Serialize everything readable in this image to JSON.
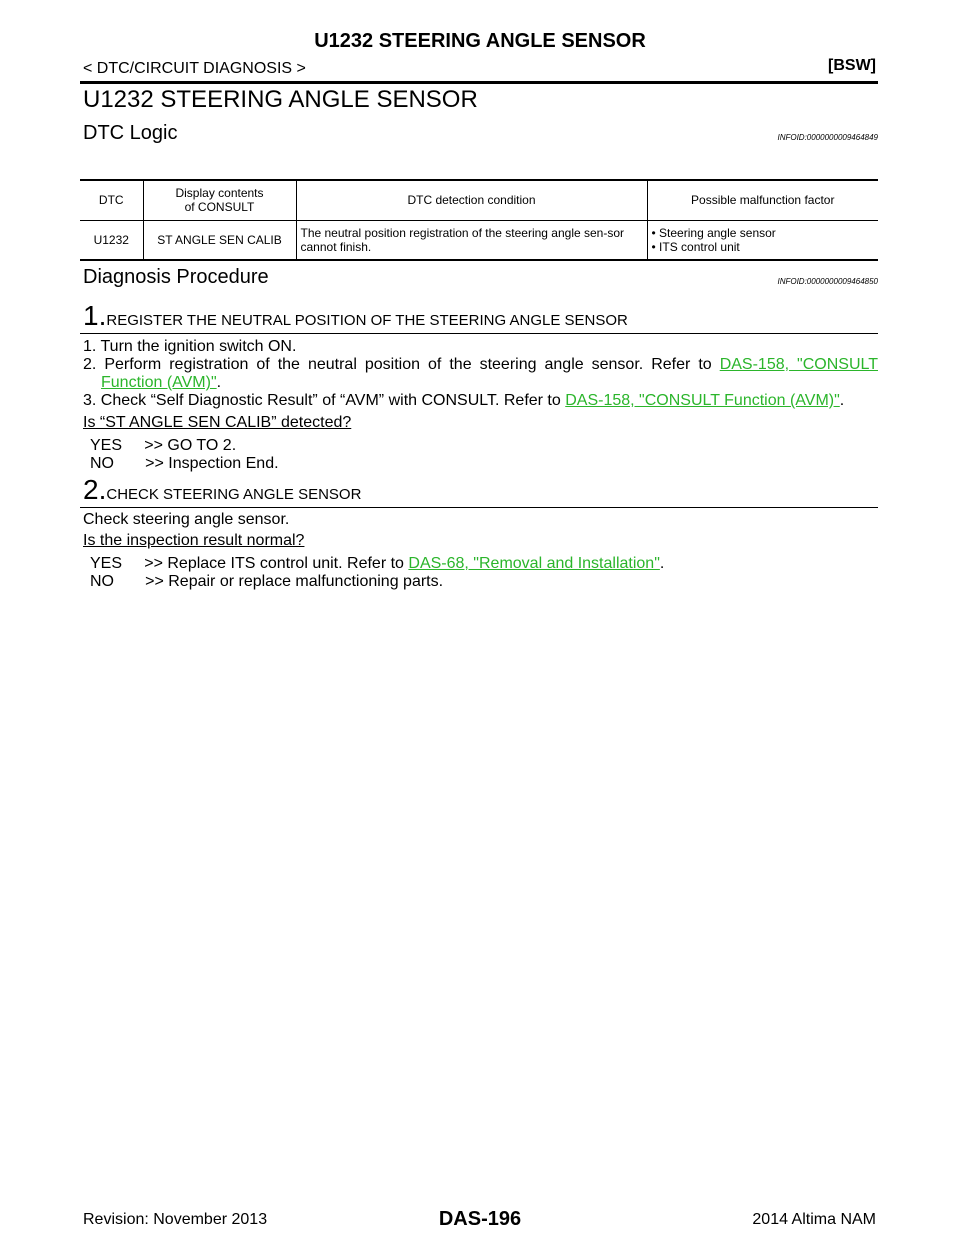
{
  "header": {
    "title": "U1232 STEERING ANGLE SENSOR",
    "breadcrumb": "< DTC/CIRCUIT DIAGNOSIS >",
    "code_tag": "[BSW]"
  },
  "section_title": "U1232 STEERING ANGLE SENSOR",
  "dtc_logic": {
    "heading": "DTC Logic",
    "infoid": "INFOID:0000000009464849",
    "table": {
      "headers": [
        "DTC",
        "Display contents of CONSULT",
        "DTC detection condition",
        "Possible malfunction factor"
      ],
      "rows": [
        {
          "dtc": "U1232",
          "display": "ST ANGLE SEN CALIB",
          "condition": "The neutral position registration of the steering angle sen-sor cannot finish.",
          "factors": [
            "Steering angle sensor",
            "ITS control unit"
          ]
        }
      ]
    }
  },
  "diagnosis": {
    "heading": "Diagnosis Procedure",
    "infoid": "INFOID:0000000009464850",
    "step1": {
      "number": "1.",
      "title": "REGISTER THE NEUTRAL POSITION OF THE STEERING ANGLE SENSOR",
      "item1": "1. Turn the ignition switch ON.",
      "item2_text": "2. Perform registration of the neutral position of the steering angle sensor. Refer to",
      "item2_link_a": "DAS-158, \"CONSULT",
      "item2_link_b": "Function (AVM)\"",
      "item3_text": "3. Check “Self Diagnostic Result” of “AVM” with CONSULT. Refer to",
      "item3_link": "DAS-158, \"CONSULT Function (AVM)\"",
      "question": "Is “ST ANGLE SEN CALIB” detected?",
      "yes": "YES     >> GO TO 2.",
      "no": "NO       >> Inspection End."
    },
    "step2": {
      "number": "2.",
      "title": "CHECK STEERING ANGLE SENSOR",
      "text": "Check steering angle sensor.",
      "question": "Is the inspection result normal?",
      "yes_text": "YES     >> Replace ITS control unit. Refer to",
      "yes_link": "DAS-68, \"Removal and Installation\"",
      "no": "NO       >> Repair or replace malfunctioning parts."
    }
  },
  "footer": {
    "revision": "Revision: November 2013",
    "page": "DAS-196",
    "model": "2014 Altima NAM"
  },
  "colors": {
    "link": "#2bb52b"
  }
}
